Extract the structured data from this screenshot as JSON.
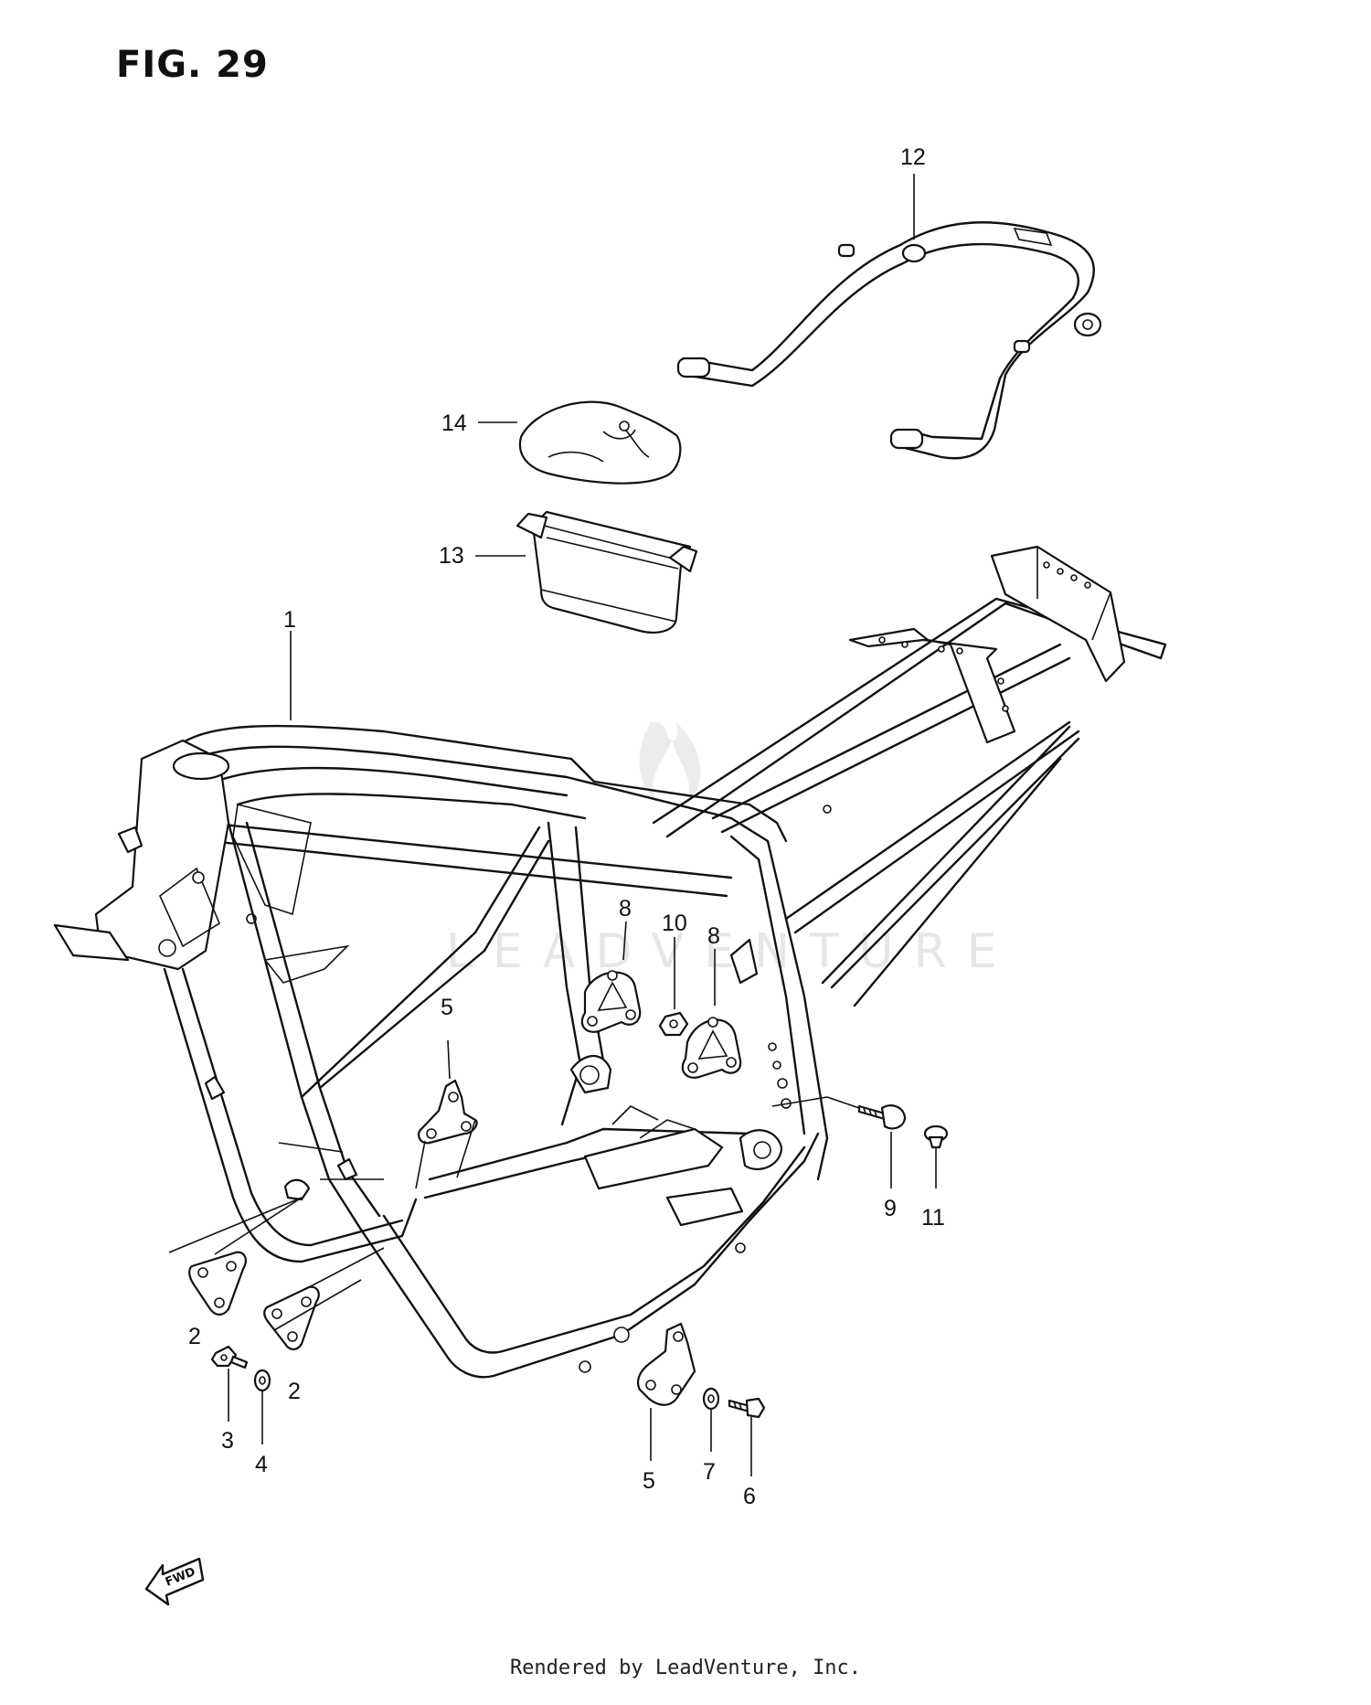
{
  "figure": {
    "title": "FIG. 29"
  },
  "watermark": "LEADVENTURE",
  "footer": {
    "text": "Rendered by LeadVenture, Inc."
  },
  "fwd_indicator": {
    "label": "FWD",
    "icon": "fwd-arrow-icon"
  },
  "callouts": [
    {
      "id": "c1",
      "label": "1"
    },
    {
      "id": "c2a",
      "label": "2"
    },
    {
      "id": "c2b",
      "label": "2"
    },
    {
      "id": "c3",
      "label": "3"
    },
    {
      "id": "c4",
      "label": "4"
    },
    {
      "id": "c5a",
      "label": "5"
    },
    {
      "id": "c5b",
      "label": "5"
    },
    {
      "id": "c6",
      "label": "6"
    },
    {
      "id": "c7",
      "label": "7"
    },
    {
      "id": "c8a",
      "label": "8"
    },
    {
      "id": "c8b",
      "label": "8"
    },
    {
      "id": "c9",
      "label": "9"
    },
    {
      "id": "c10",
      "label": "10"
    },
    {
      "id": "c11",
      "label": "11"
    },
    {
      "id": "c12",
      "label": "12"
    },
    {
      "id": "c13",
      "label": "13"
    },
    {
      "id": "c14",
      "label": "14"
    }
  ]
}
